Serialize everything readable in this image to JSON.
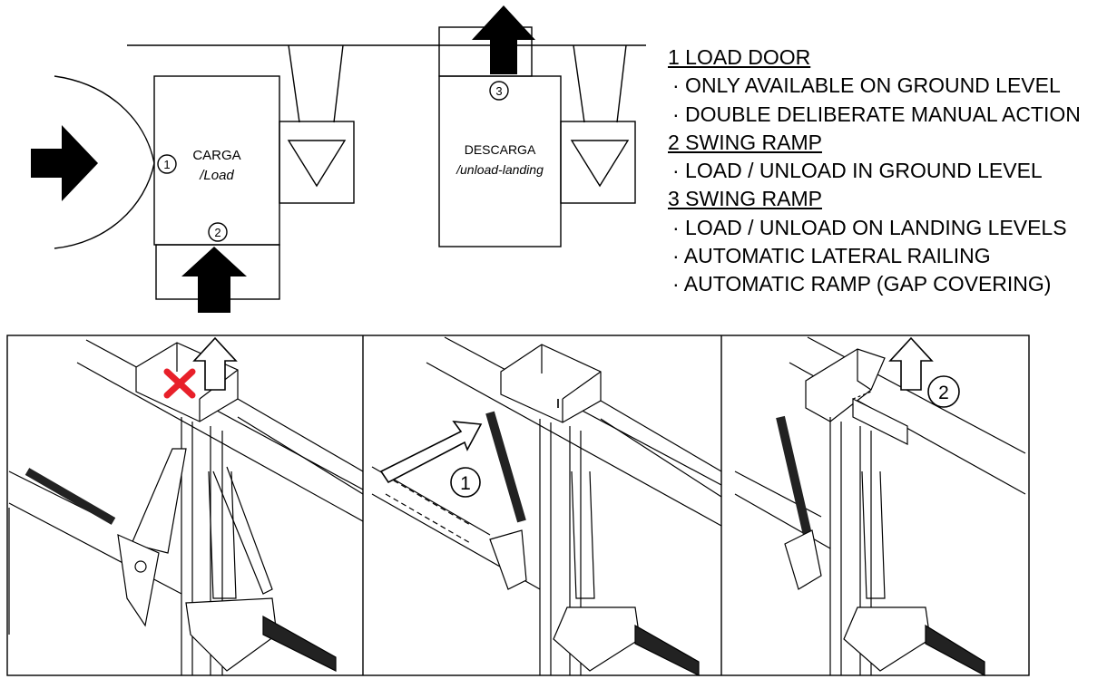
{
  "diagram": {
    "boxes": {
      "load": {
        "title": "CARGA",
        "subtitle": "/Load"
      },
      "unload": {
        "title": "DESCARGA",
        "subtitle": "/unload-landing"
      }
    },
    "markers": [
      "1",
      "2",
      "3"
    ],
    "panel_markers": [
      "1",
      "2"
    ],
    "forbidden_mark_color": "#e8202a"
  },
  "legend": [
    {
      "heading": "1 LOAD DOOR",
      "items": [
        "· ONLY AVAILABLE ON GROUND LEVEL",
        "· DOUBLE DELIBERATE MANUAL ACTION"
      ]
    },
    {
      "heading": "2 SWING RAMP",
      "items": [
        "· LOAD / UNLOAD IN GROUND LEVEL"
      ]
    },
    {
      "heading": "3 SWING RAMP",
      "items": [
        "· LOAD / UNLOAD ON LANDING LEVELS",
        "· AUTOMATIC LATERAL RAILING",
        "· AUTOMATIC RAMP (GAP COVERING)"
      ]
    }
  ]
}
